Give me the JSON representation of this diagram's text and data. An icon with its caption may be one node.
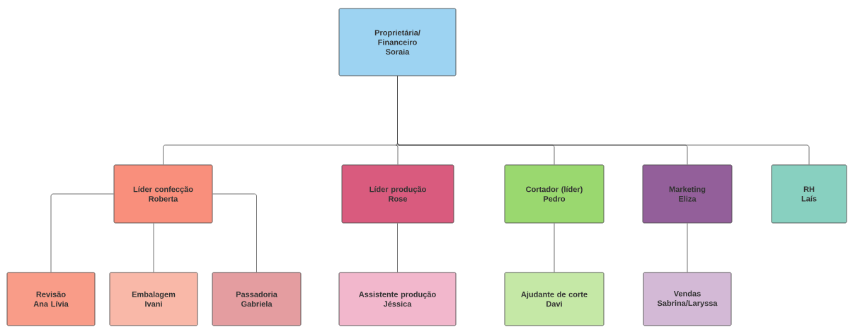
{
  "diagram": {
    "nodes": [
      {
        "text": [
          "Proprietária/ Financeiro",
          "Soraia"
        ]
      },
      {
        "text": [
          "Líder confecção",
          "Roberta"
        ]
      },
      {
        "text": [
          "Líder produção",
          "Rose"
        ]
      },
      {
        "text": [
          "Cortador (líder)",
          "Pedro"
        ]
      },
      {
        "text": [
          "Marketing",
          "Eliza"
        ]
      },
      {
        "text": [
          "RH",
          "Laís"
        ]
      },
      {
        "text": [
          "Revisão",
          "Ana Lívia"
        ]
      },
      {
        "text": [
          "Embalagem",
          "Ivani"
        ]
      },
      {
        "text": [
          "Passadoria",
          "Gabriela"
        ]
      },
      {
        "text": [
          "Assistente produção",
          "Jéssica"
        ]
      },
      {
        "text": [
          "Ajudante de corte",
          "Davi"
        ]
      },
      {
        "text": [
          "Vendas",
          "Sabrina/Laryssa"
        ]
      }
    ],
    "edges": [
      {
        "from": 0,
        "to": 1,
        "arrow": "none"
      },
      {
        "from": 0,
        "to": 2,
        "arrow": "none"
      },
      {
        "from": 0,
        "to": 3,
        "arrow": "none"
      },
      {
        "from": 0,
        "to": 4,
        "arrow": "none"
      },
      {
        "from": 0,
        "to": 5,
        "arrow": "none"
      },
      {
        "from": 1,
        "to": 6,
        "arrow": "none"
      },
      {
        "from": 1,
        "to": 7,
        "arrow": "none"
      },
      {
        "from": 1,
        "to": 8,
        "arrow": "none"
      },
      {
        "from": 2,
        "to": 9,
        "arrow": "none"
      },
      {
        "from": 3,
        "to": 10,
        "arrow": "none"
      },
      {
        "from": 4,
        "to": 11,
        "arrow": "none"
      }
    ]
  }
}
